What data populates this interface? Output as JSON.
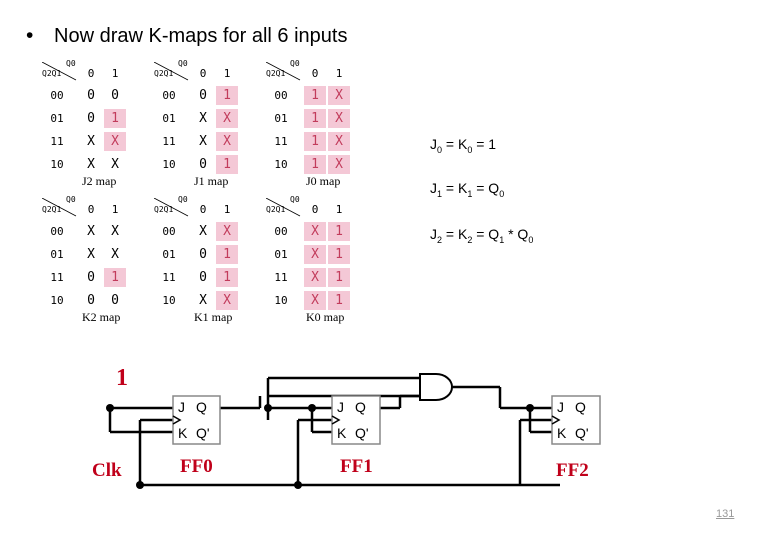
{
  "slide": {
    "bullet": "•",
    "heading": "Now draw K-maps for all 6 inputs",
    "page_number": "131"
  },
  "kmaps": [
    {
      "id": "j2",
      "corner_col": "Q0",
      "corner_row": "Q2Q1",
      "col_headers": [
        "0",
        "1"
      ],
      "row_headers": [
        "00",
        "01",
        "11",
        "10"
      ],
      "cells": [
        [
          "0",
          "0"
        ],
        [
          "0",
          "1"
        ],
        [
          "X",
          "X"
        ],
        [
          "X",
          "X"
        ]
      ],
      "highlight": [
        [
          false,
          false
        ],
        [
          false,
          true
        ],
        [
          false,
          true
        ],
        [
          false,
          false
        ]
      ],
      "label": "J2 map"
    },
    {
      "id": "j1",
      "corner_col": "Q0",
      "corner_row": "Q2Q1",
      "col_headers": [
        "0",
        "1"
      ],
      "row_headers": [
        "00",
        "01",
        "11",
        "10"
      ],
      "cells": [
        [
          "0",
          "1"
        ],
        [
          "X",
          "X"
        ],
        [
          "X",
          "X"
        ],
        [
          "0",
          "1"
        ]
      ],
      "highlight": [
        [
          false,
          true
        ],
        [
          false,
          true
        ],
        [
          false,
          true
        ],
        [
          false,
          true
        ]
      ],
      "label": "J1 map"
    },
    {
      "id": "j0",
      "corner_col": "Q0",
      "corner_row": "Q2Q1",
      "col_headers": [
        "0",
        "1"
      ],
      "row_headers": [
        "00",
        "01",
        "11",
        "10"
      ],
      "cells": [
        [
          "1",
          "X"
        ],
        [
          "1",
          "X"
        ],
        [
          "1",
          "X"
        ],
        [
          "1",
          "X"
        ]
      ],
      "highlight": [
        [
          true,
          true
        ],
        [
          true,
          true
        ],
        [
          true,
          true
        ],
        [
          true,
          true
        ]
      ],
      "label": "J0 map"
    },
    {
      "id": "k2",
      "corner_col": "Q0",
      "corner_row": "Q2Q1",
      "col_headers": [
        "0",
        "1"
      ],
      "row_headers": [
        "00",
        "01",
        "11",
        "10"
      ],
      "cells": [
        [
          "X",
          "X"
        ],
        [
          "X",
          "X"
        ],
        [
          "0",
          "1"
        ],
        [
          "0",
          "0"
        ]
      ],
      "highlight": [
        [
          false,
          false
        ],
        [
          false,
          false
        ],
        [
          false,
          true
        ],
        [
          false,
          false
        ]
      ],
      "label": "K2 map"
    },
    {
      "id": "k1",
      "corner_col": "Q0",
      "corner_row": "Q2Q1",
      "col_headers": [
        "0",
        "1"
      ],
      "row_headers": [
        "00",
        "01",
        "11",
        "10"
      ],
      "cells": [
        [
          "X",
          "X"
        ],
        [
          "0",
          "1"
        ],
        [
          "0",
          "1"
        ],
        [
          "X",
          "X"
        ]
      ],
      "highlight": [
        [
          false,
          true
        ],
        [
          false,
          true
        ],
        [
          false,
          true
        ],
        [
          false,
          true
        ]
      ],
      "label": "K1 map"
    },
    {
      "id": "k0",
      "corner_col": "Q0",
      "corner_row": "Q2Q1",
      "col_headers": [
        "0",
        "1"
      ],
      "row_headers": [
        "00",
        "01",
        "11",
        "10"
      ],
      "cells": [
        [
          "X",
          "1"
        ],
        [
          "X",
          "1"
        ],
        [
          "X",
          "1"
        ],
        [
          "X",
          "1"
        ]
      ],
      "highlight": [
        [
          true,
          true
        ],
        [
          true,
          true
        ],
        [
          true,
          true
        ],
        [
          true,
          true
        ]
      ],
      "label": "K0 map"
    }
  ],
  "equations": {
    "eq0": {
      "lhs": "J",
      "lhs_sub": "0",
      "mid": " = K",
      "mid_sub": "0",
      "rhs": " = 1",
      "rhs_sub": "",
      "tail": "",
      "tail_sub": ""
    },
    "eq1": {
      "lhs": "J",
      "lhs_sub": "1",
      "mid": " = K",
      "mid_sub": "1",
      "rhs": " = Q",
      "rhs_sub": "0",
      "tail": "",
      "tail_sub": ""
    },
    "eq2": {
      "lhs": "J",
      "lhs_sub": "2",
      "mid": " = K",
      "mid_sub": "2",
      "rhs": " = Q",
      "rhs_sub": "1",
      "tail": " * Q",
      "tail_sub": "0"
    }
  },
  "circuit": {
    "one_label": "1",
    "clk_label": "Clk",
    "ff_labels": [
      "FF0",
      "FF1",
      "FF2"
    ],
    "pin_j": "J",
    "pin_k": "K",
    "pin_q": "Q",
    "pin_qn": "Q'",
    "colors": {
      "wire": "#000000",
      "label": "#c0001a",
      "ff_fill": "#ffffff"
    }
  }
}
